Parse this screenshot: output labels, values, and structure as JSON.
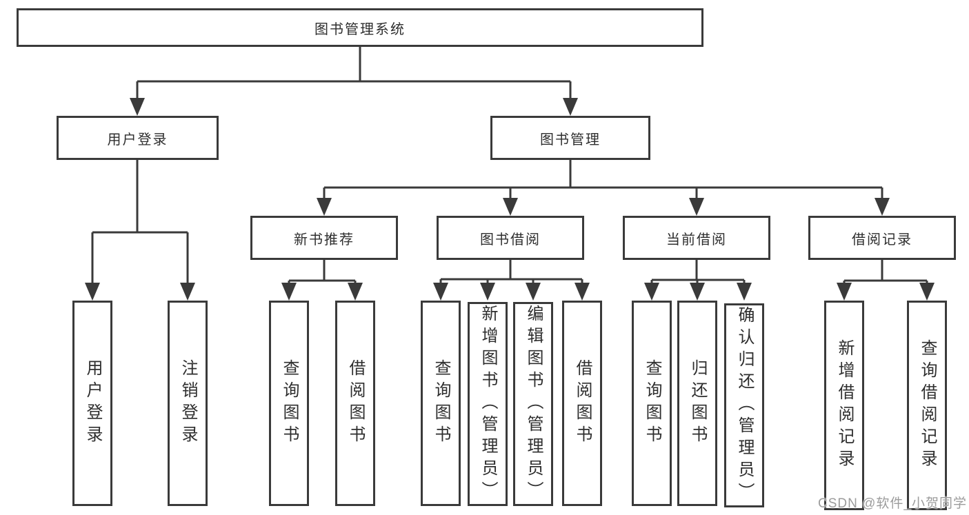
{
  "colors": {
    "line": "#3a3a3a",
    "box_border": "#3a3a3a",
    "box_fill": "#ffffff",
    "text": "#2e2e2e",
    "watermark": "#9c9c9c"
  },
  "nodes": {
    "root": {
      "label": "图书管理系统"
    },
    "l2": [
      {
        "label": "用户登录"
      },
      {
        "label": "图书管理"
      }
    ],
    "l3": [
      {
        "label": "新书推荐"
      },
      {
        "label": "图书借阅"
      },
      {
        "label": "当前借阅"
      },
      {
        "label": "借阅记录"
      }
    ],
    "leaves": {
      "user": [
        {
          "label": "用户登录"
        },
        {
          "label": "注销登录"
        }
      ],
      "rec": [
        {
          "label": "查询图书"
        },
        {
          "label": "借阅图书"
        }
      ],
      "borrow": [
        {
          "label": "查询图书"
        },
        {
          "label": "新增图书（管理员）"
        },
        {
          "label": "编辑图书（管理员）"
        },
        {
          "label": "借阅图书"
        }
      ],
      "current": [
        {
          "label": "查询图书"
        },
        {
          "label": "归还图书"
        },
        {
          "label": "确认归还（管理员）"
        }
      ],
      "records": [
        {
          "label": "新增借阅记录"
        },
        {
          "label": "查询借阅记录"
        }
      ]
    }
  },
  "watermark": {
    "text": "CSDN @软件_小贺同学"
  }
}
